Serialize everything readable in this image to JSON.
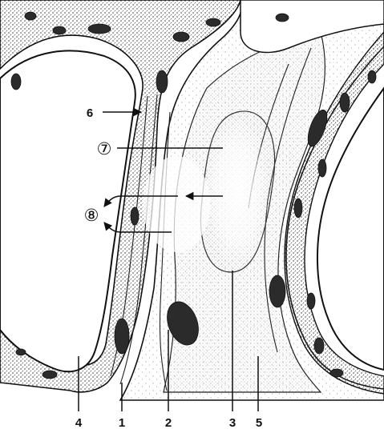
{
  "labels": {
    "l1": "1",
    "l2": "2",
    "l3": "3",
    "l4": "4",
    "l5": "5",
    "l6": "6",
    "l7": "⑦",
    "l8": "⑧"
  },
  "colors": {
    "ink": "#111111",
    "stipple": "#3a3a3a",
    "nucleus": "#2b2b2b",
    "paper": "#ffffff"
  }
}
